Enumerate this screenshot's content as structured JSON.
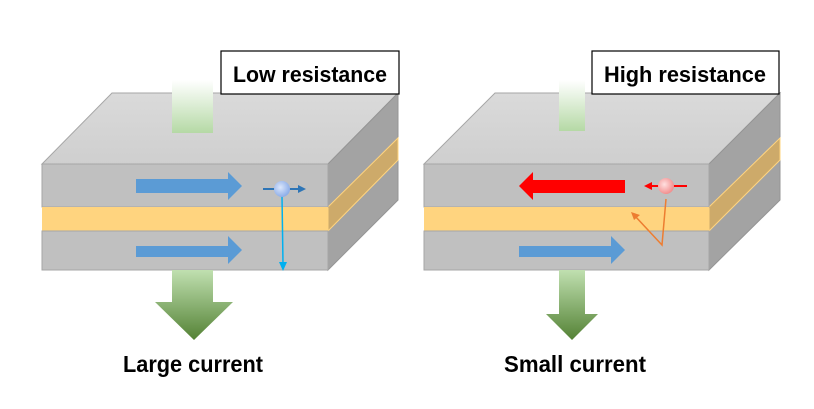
{
  "panels": [
    {
      "state_label": "Low resistance",
      "current_label": "Large current",
      "free_layer_direction": "right",
      "electron_color": "#9db8ee",
      "electron_path": "transmitted"
    },
    {
      "state_label": "High resistance",
      "current_label": "Small current",
      "free_layer_direction": "left",
      "electron_color": "#f4a0a0",
      "electron_path": "reflected"
    }
  ],
  "colors": {
    "magnet_layer": "#c0c0c0",
    "barrier_layer": "#ffd47f",
    "parallel_arrow": "#5b9bd5",
    "antiparallel_arrow": "#ff0000",
    "current_arrow": "#548235",
    "transmitted_path": "#00b0f0",
    "reflected_path": "#ed7d31"
  }
}
